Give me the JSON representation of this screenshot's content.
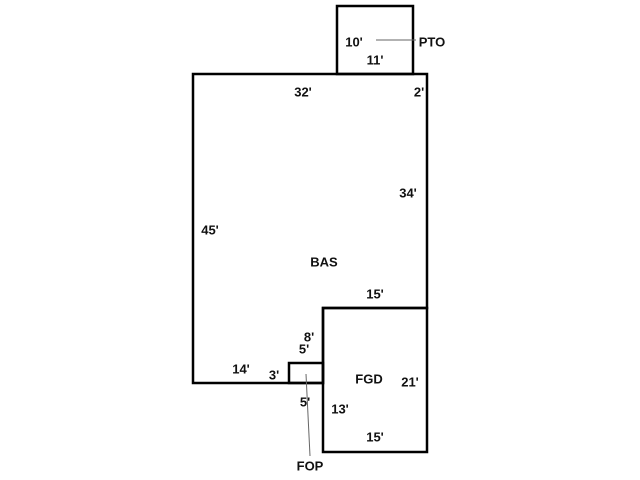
{
  "areas": {
    "pto": {
      "code": "PTO",
      "dims": [
        "10'",
        "11'"
      ]
    },
    "bas": {
      "code": "BAS",
      "dims": [
        "32'",
        "2'",
        "34'",
        "45'",
        "15'",
        "8'",
        "14'"
      ]
    },
    "fgd": {
      "code": "FGD",
      "dims": [
        "21'",
        "13'",
        "15'"
      ]
    },
    "fop": {
      "code": "FOP",
      "dims": [
        "5'",
        "3'",
        "5'"
      ]
    }
  },
  "colors": {
    "line": "#000000",
    "leader": "#666666"
  }
}
